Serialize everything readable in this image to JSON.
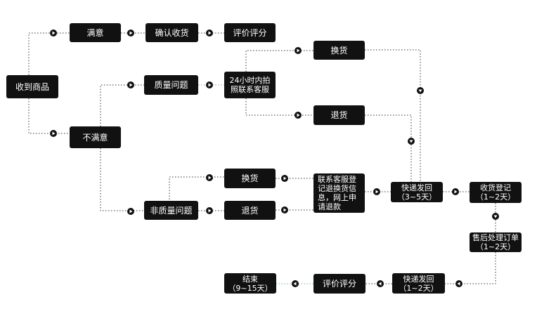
{
  "nodes": {
    "received": "收到商品",
    "satisfied": "满意",
    "unsatisfied": "不满意",
    "confirm_receipt": "确认收货",
    "review_top": "评价评分",
    "quality_issue": "质量问题",
    "contact_24h": "24小时内拍\n照联系客服",
    "exchange_top": "换货",
    "return_top": "退货",
    "non_quality": "非质量问题",
    "exchange_bottom": "换货",
    "return_bottom": "退货",
    "contact_service": "联系客服登\n记退换货信\n息，网上申\n请退款",
    "ship_back": "快递发回\n（3~5天）",
    "register": "收货登记\n（1~2天）",
    "after_sales": "售后处理订单\n（1~2天）",
    "ship_out": "快递发回\n（1~2天）",
    "review_bottom": "评价评分",
    "end": "结束\n（9~15天）"
  }
}
